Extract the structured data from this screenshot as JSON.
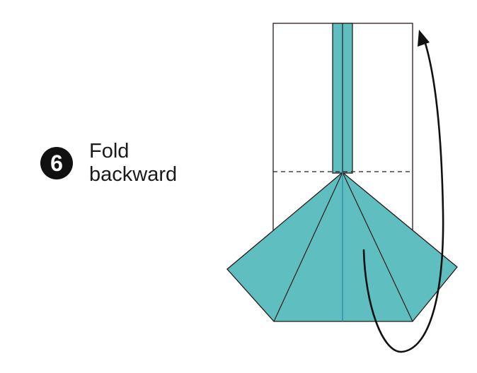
{
  "step": {
    "number": "6",
    "instruction_line1": "Fold",
    "instruction_line2": "backward"
  },
  "colors": {
    "paper_fill": "#5fbfc0",
    "paper_back": "#ffffff",
    "outline": "#2a1a1a",
    "crease_center": "#2f8fb0",
    "arrow": "#111111"
  },
  "icons": {
    "fold_arrow": "curved-fold-arrow",
    "valley_line": "dashed-fold-line"
  }
}
